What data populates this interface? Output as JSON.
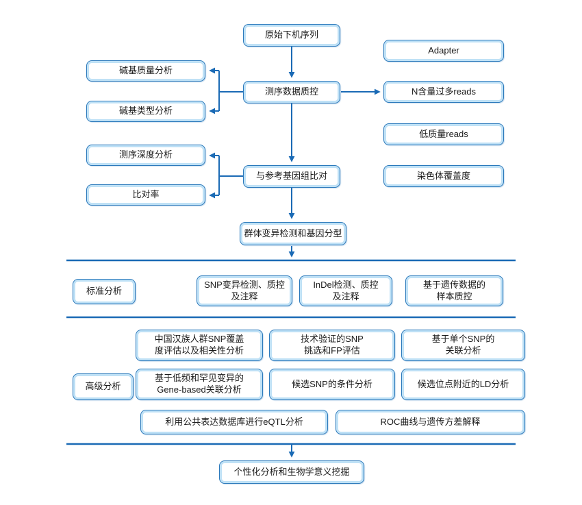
{
  "colors": {
    "line_blue": "#1a6ab5",
    "box_border_blue": "#2b79bb",
    "box_inner_highlight": "#bfe1f6",
    "text": "#1a1a1a",
    "background": "#ffffff"
  },
  "nodes": {
    "raw_sequence": "原始下机序列",
    "seq_qc": "测序数据质控",
    "align_ref": "与参考基因组比对",
    "variant_genotype": "群体变异检测和基因分型",
    "base_quality": "碱基质量分析",
    "base_type": "碱基类型分析",
    "depth": "测序深度分析",
    "map_rate": "比对率",
    "adapter": "Adapter",
    "n_reads": "N含量过多reads",
    "low_quality": "低质量reads",
    "chrom_coverage": "染色体覆盖度",
    "standard_label": "标准分析",
    "snp_detect": "SNP变异检测、质控\n及注释",
    "indel_detect": "InDel检测、质控\n及注释",
    "sample_qc": "基于遗传数据的\n样本质控",
    "advanced_label": "高级分析",
    "han_snp": "中国汉族人群SNP覆盖\n度评估以及相关性分析",
    "validated_snp": "技术验证的SNP\n挑选和FP评估",
    "single_snp": "基于单个SNP的\n关联分析",
    "gene_based": "基于低频和罕见变异的\nGene-based关联分析",
    "conditional": "候选SNP的条件分析",
    "ld": "候选位点附近的LD分析",
    "eqtl": "利用公共表达数据库进行eQTL分析",
    "roc": "ROC曲线与遗传方差解释",
    "personalized": "个性化分析和生物学意义挖掘"
  }
}
